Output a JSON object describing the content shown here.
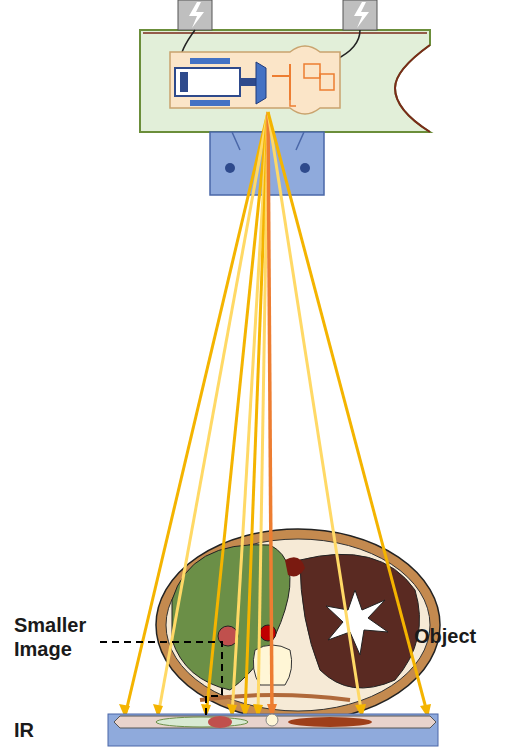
{
  "diagram": {
    "labels": [
      "Smaller Image",
      "Object",
      "IR"
    ]
  }
}
